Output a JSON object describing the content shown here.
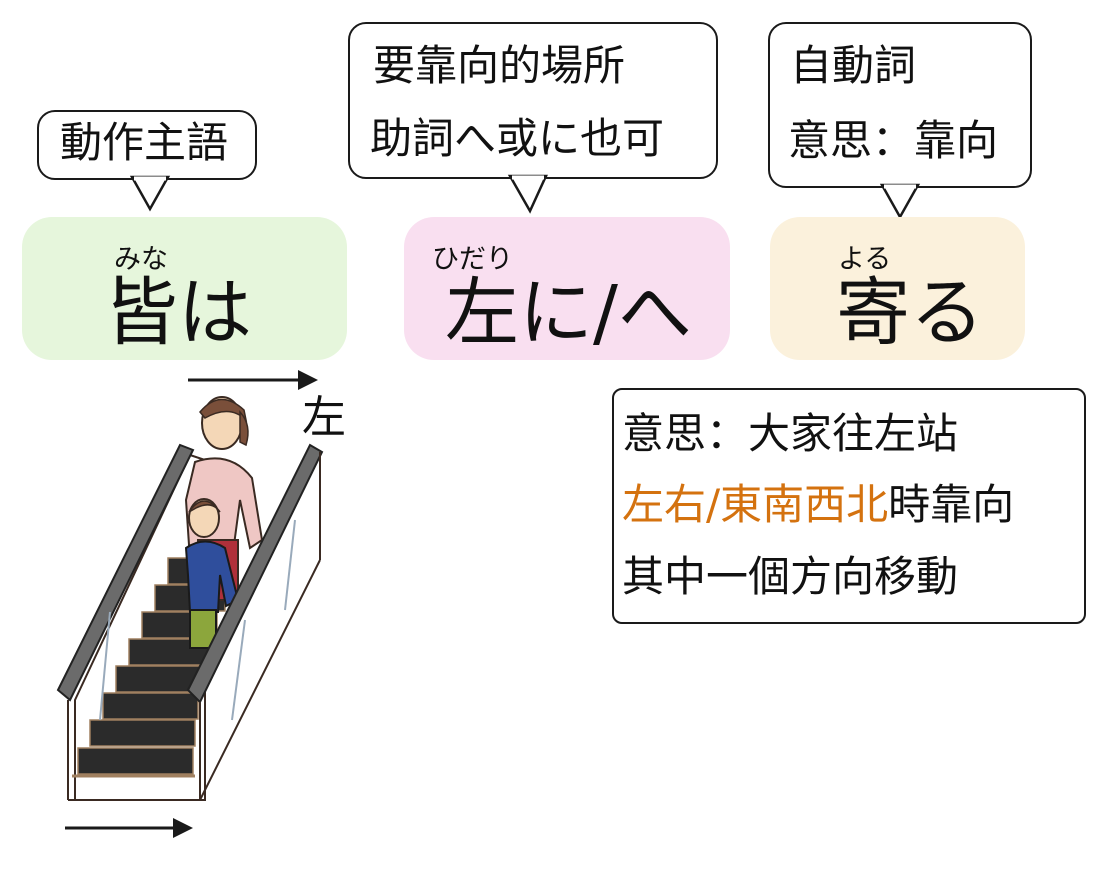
{
  "bubbles": {
    "subject": {
      "text": "動作主語"
    },
    "location": {
      "line1": "要靠向的場所",
      "line2": "助詞へ或に也可"
    },
    "verb": {
      "line1": "自動詞",
      "line2": "意思：靠向"
    }
  },
  "words": [
    {
      "ruby": "みな",
      "text": "皆は",
      "bg": "#e6f6dc"
    },
    {
      "ruby": "ひだり",
      "text": "左に/へ",
      "bg": "#f9dff0"
    },
    {
      "ruby": "よる",
      "text": "寄る",
      "bg": "#fbf1dc"
    }
  ],
  "illustration": {
    "direction_label": "左"
  },
  "note": {
    "line1": "意思：大家往左站",
    "line2_highlight": "左右/東南西北",
    "line2_rest": "時靠向",
    "line3": "其中一個方向移動",
    "highlight_color": "#d4720f"
  }
}
